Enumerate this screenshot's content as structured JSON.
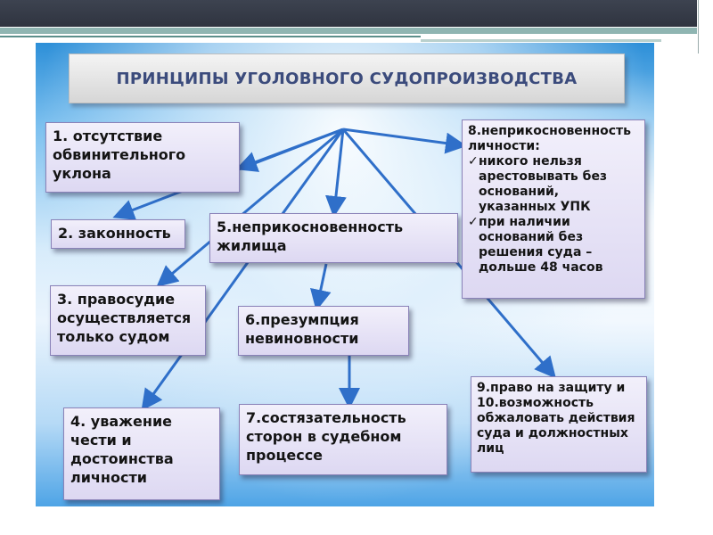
{
  "title": "ПРИНЦИПЫ УГОЛОВНОГО СУДОПРОИЗВОДСТВА",
  "principles": {
    "p1": "1. отсутствие обвинительного уклона",
    "p2": "2. законность",
    "p3": "3. правосудие осуществляется только судом",
    "p4": "4. уважение чести и достоинства личности",
    "p5": "5.неприкосновенность жилища",
    "p6": "6.презумпция невиновности",
    "p7": "7.состязательность сторон в судебном процессе",
    "p8": {
      "heading": "8.неприкосновенность личности:",
      "items": [
        "никого нельзя арестовывать без оснований, указанных УПК",
        "при наличии оснований без решения суда – дольше 48 часов"
      ]
    },
    "p9_10": "9.право на защиту и 10.возможность обжаловать действия суда и должностных лиц"
  },
  "check_glyph": "✓",
  "colors": {
    "arrow": "#2f6fc9",
    "box_border": "#8a82b8",
    "title_text": "#3b4b7c",
    "top_bar": "#3d4350",
    "teal_rule": "#8fb5b2"
  }
}
